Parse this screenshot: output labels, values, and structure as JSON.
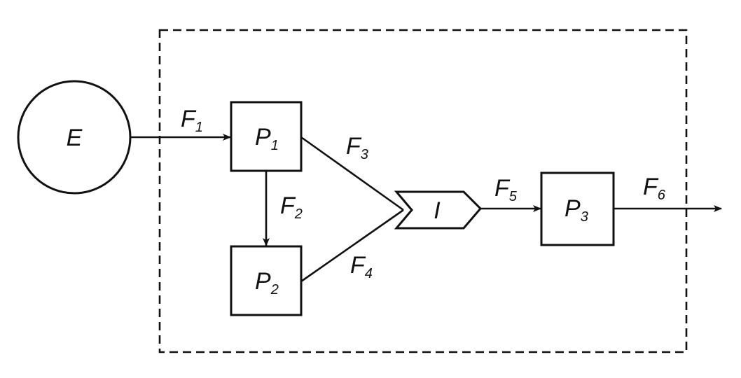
{
  "nodes": {
    "environment": {
      "label": "E"
    },
    "p1": {
      "label": "P",
      "sub": "1"
    },
    "p2": {
      "label": "P",
      "sub": "2"
    },
    "p3": {
      "label": "P",
      "sub": "3"
    },
    "merge": {
      "label": "I"
    }
  },
  "flows": {
    "f1": {
      "label": "F",
      "sub": "1"
    },
    "f2": {
      "label": "F",
      "sub": "2"
    },
    "f3": {
      "label": "F",
      "sub": "3"
    },
    "f4": {
      "label": "F",
      "sub": "4"
    },
    "f5": {
      "label": "F",
      "sub": "5"
    },
    "f6": {
      "label": "F",
      "sub": "6"
    }
  }
}
